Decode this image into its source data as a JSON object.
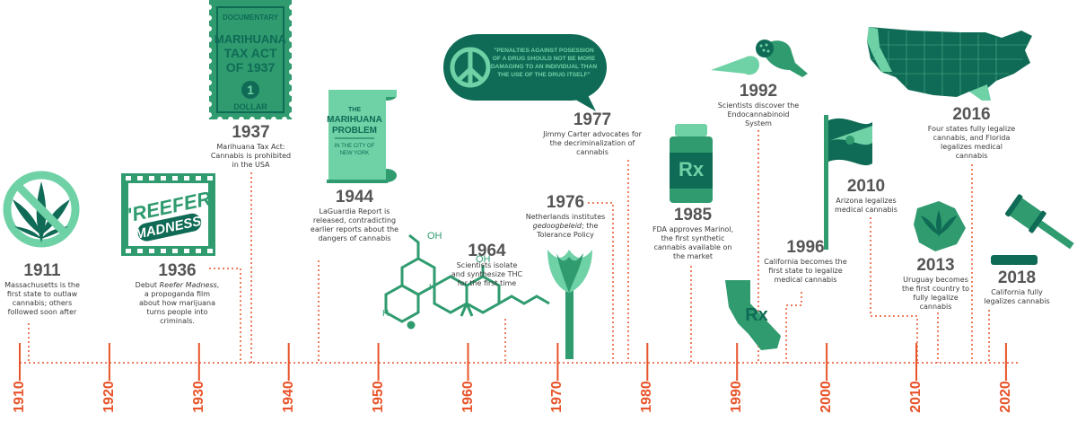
{
  "decades": [
    "1910",
    "1920",
    "1930",
    "1940",
    "1950",
    "1960",
    "1970",
    "1980",
    "1990",
    "2000",
    "2010",
    "2020"
  ],
  "colors": {
    "timeline": "#e8542a",
    "dark_green": "#0f6b55",
    "mid_green": "#2f9b6f",
    "light_green": "#6fd1a6",
    "text": "#3a3a3a"
  },
  "events": [
    {
      "year": "1911",
      "description": "Massachusetts is the first state to outlaw cannabis; others followed soon after",
      "icon": "no-cannabis-icon"
    },
    {
      "year": "1936",
      "description_before": "Debut ",
      "description_italic": "Reefer Madness",
      "description_after": ", a propoganda film about how marijuana turns people into criminals.",
      "icon": "film-strip-icon"
    },
    {
      "year": "1937",
      "description": "Marihuana Tax Act: Cannabis is prohibited in the USA",
      "icon": "tax-stamp-icon"
    },
    {
      "year": "1944",
      "description": "LaGuardia Report is released, contradicting earlier reports about the dangers of cannabis",
      "icon": "scroll-icon"
    },
    {
      "year": "1964",
      "description": "Scientists isolate and synthesize THC for the first time",
      "icon": "thc-molecule-icon"
    },
    {
      "year": "1976",
      "description_before": "Netherlands institutes ",
      "description_italic": "gedoogbeleid",
      "description_after": "; the Tolerance Policy",
      "icon": "tulip-icon"
    },
    {
      "year": "1977",
      "description": "Jimmy Carter advocates for the decriminalization of cannabis",
      "icon": "speech-bubble-peace-icon"
    },
    {
      "year": "1985",
      "description": "FDA approves Marinol, the first synthetic cannabis available on the market",
      "icon": "prescription-bottle-icon"
    },
    {
      "year": "1992",
      "description": "Scientists discover the Endocannabinoid System",
      "icon": "receptor-icon"
    },
    {
      "year": "1996",
      "description": "California becomes the first state to legalize medical cannabis",
      "icon": "california-rx-icon"
    },
    {
      "year": "2010",
      "description": "Arizona legalizes medical cannabis",
      "icon": "arizona-flag-icon"
    },
    {
      "year": "2013",
      "description": "Uruguay becomes the first country to fully legalize cannabis",
      "icon": "uruguay-map-icon"
    },
    {
      "year": "2016",
      "description": "Four states fully legalize cannabis, and Florida legalizes medical cannabis",
      "icon": "usa-map-icon"
    },
    {
      "year": "2018",
      "description": "California fully legalizes cannabis",
      "icon": "gavel-icon"
    }
  ],
  "art_text": {
    "film_title_1": "\"REEFER",
    "film_title_2": "MADNESS\"",
    "stamp_top": "DOCUMENTARY",
    "stamp_title_1": "MARIHUANA",
    "stamp_title_2": "TAX ACT",
    "stamp_title_3": "OF 1937",
    "stamp_value": "1",
    "stamp_bottom": "DOLLAR",
    "scroll_the": "THE",
    "scroll_title_1": "MARIHUANA",
    "scroll_title_2": "PROBLEM",
    "scroll_sub_1": "IN THE CITY OF",
    "scroll_sub_2": "NEW YORK",
    "quote": "\"PENALTIES AGAINST POSESSION OF A DRUG SHOULD NOT BE MORE DAMAGING TO AN INDIVIDUAL THAN THE USE OF THE DRUG ITSELF\"",
    "molecule_oh_1": "OH",
    "molecule_oh_2": "OH",
    "molecule_h_1": "H",
    "molecule_h_2": "H",
    "rx": "Rx"
  }
}
